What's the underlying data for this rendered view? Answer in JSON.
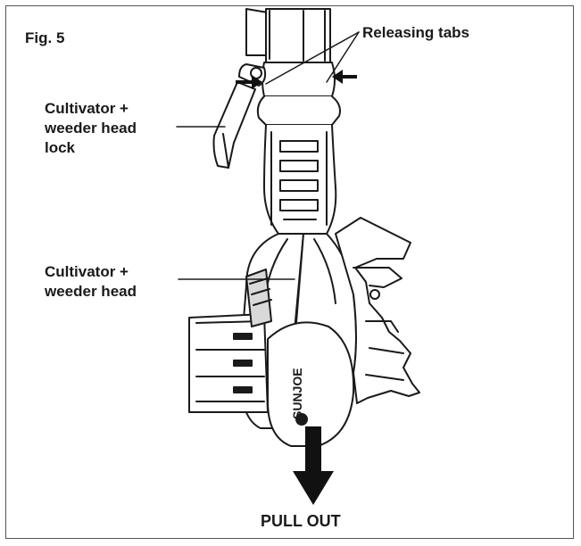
{
  "figure": {
    "fig_label": "Fig. 5",
    "tabs_label": "Releasing tabs",
    "lock_label": [
      "Cultivator +",
      "weeder head",
      "lock"
    ],
    "head_label": [
      "Cultivator +",
      "weeder head"
    ],
    "brand_text": "SUNJOE",
    "pull_label": "PULL OUT"
  },
  "colors": {
    "stroke": "#1a1a1a",
    "frame": "#555555",
    "shade": "#d9d9d9",
    "arrow": "#111111"
  }
}
